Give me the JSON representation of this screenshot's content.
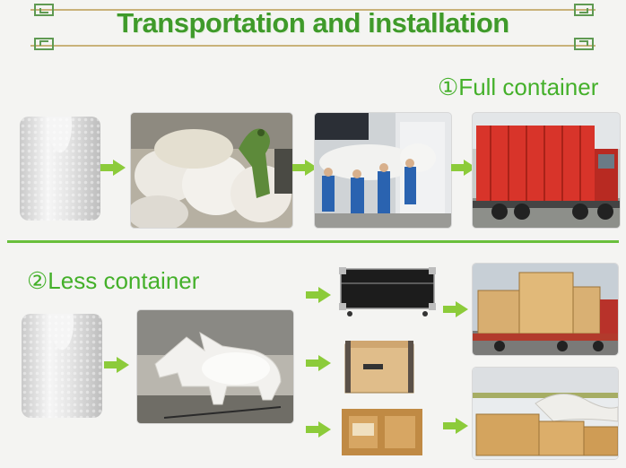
{
  "header": {
    "title": "Transportation and installation"
  },
  "sections": {
    "full": {
      "label": "①Full container"
    },
    "less": {
      "label": "②Less container"
    }
  },
  "colors": {
    "title_green": "#3f9a2a",
    "label_green": "#44b02a",
    "arrow_green": "#8ccb3a",
    "divider_green": "#69bf3c",
    "truck_red": "#d8342a",
    "wood_crate": "#d7a663",
    "flight_case": "#1c1c1c"
  },
  "icons": {
    "arrow": "right-arrow-icon",
    "frame": "corner-ornament-icon"
  }
}
